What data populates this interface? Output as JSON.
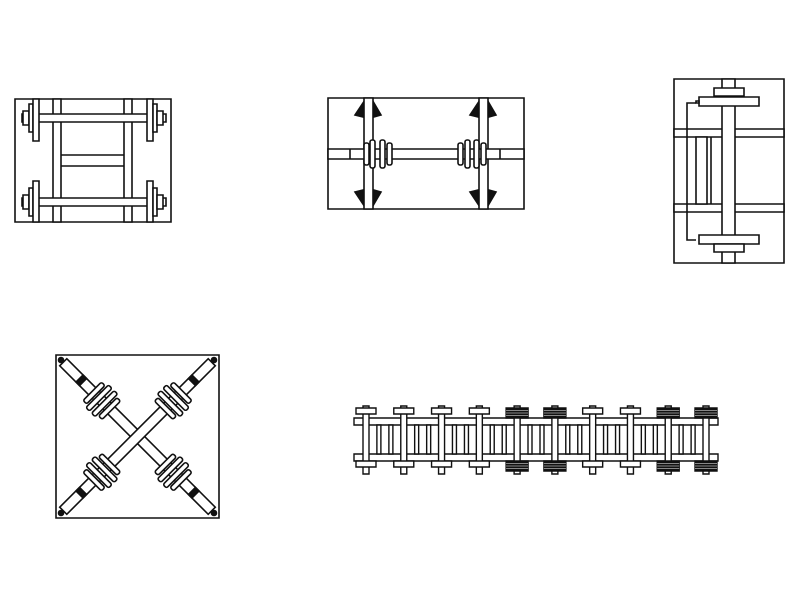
{
  "colors": {
    "background": "#ffffff",
    "stroke": "#111111",
    "fill_dark": "#111111",
    "fill_light": "#ffffff"
  },
  "drawings": [
    {
      "id": "frame-two-axle-top-view",
      "wheelsets": 2
    },
    {
      "id": "frame-single-shaft-double-coupling",
      "shafts": 1,
      "couplings": 2
    },
    {
      "id": "frame-vertical-single-axle",
      "wheelsets": 1
    },
    {
      "id": "frame-cross-shafts-diagonal",
      "shafts": 2,
      "couplings": 4
    },
    {
      "id": "frame-multi-axle-train-strip",
      "axles": 10,
      "dark_wheel_axles": [
        5,
        6,
        9,
        10
      ]
    }
  ]
}
